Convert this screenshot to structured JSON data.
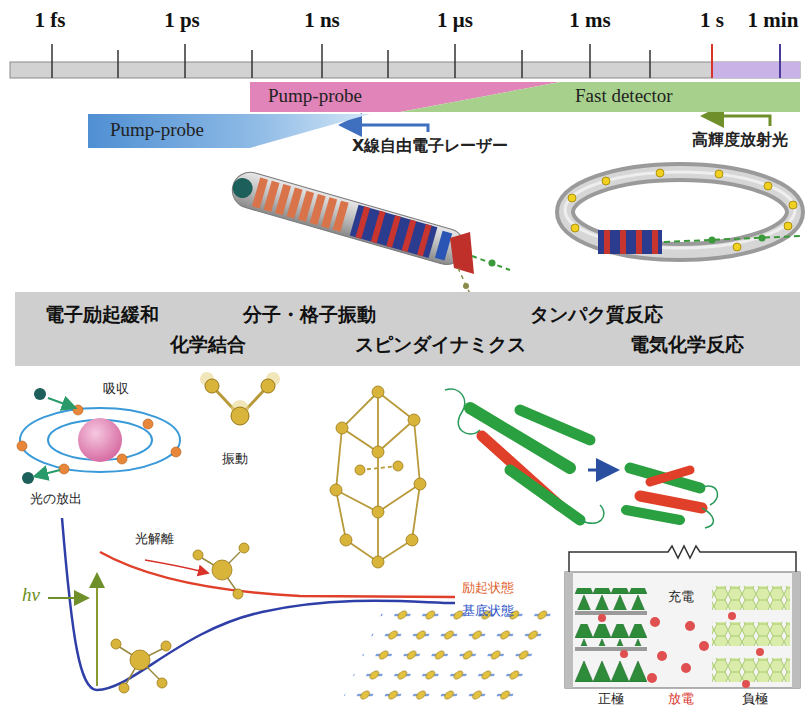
{
  "diagram": {
    "nodes": [
      {
        "text": [
          "Pump-probe"
        ]
      },
      {
        "text": [
          "Fast detector"
        ]
      },
      {
        "text": [
          "Pump-probe"
        ]
      },
      {
        "text": [
          "電子励起緩和",
          "分子・格子振動",
          "タンパク質反応",
          "化学結合",
          "スピンダイナミクス",
          "電気化学反応"
        ]
      }
    ],
    "labels": [
      "1 fs",
      "1 ps",
      "1 ns",
      "1 μs",
      "1 ms",
      "1 s",
      "1 min",
      "X線自由電子レーザー",
      "高輝度放射光",
      "吸収",
      "光の放出",
      "振動",
      "光解離",
      "hν",
      "励起状態",
      "基底状態",
      "充電",
      "放電",
      "正極",
      "負極"
    ]
  }
}
